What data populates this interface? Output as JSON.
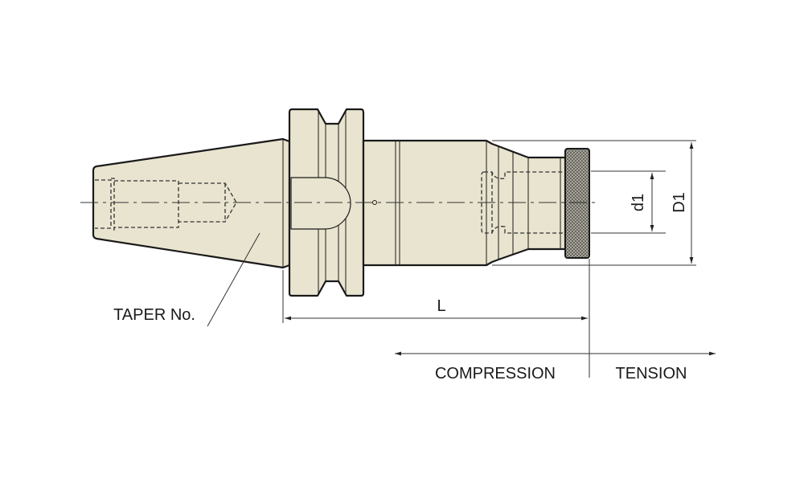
{
  "drawing": {
    "labels": {
      "taper": "TAPER No.",
      "length": "L",
      "d1": "d1",
      "D1": "D1",
      "compression": "COMPRESSION",
      "tension": "TENSION"
    },
    "colors": {
      "body_fill": "#e9e4cf",
      "line": "#1a1a1a"
    }
  }
}
